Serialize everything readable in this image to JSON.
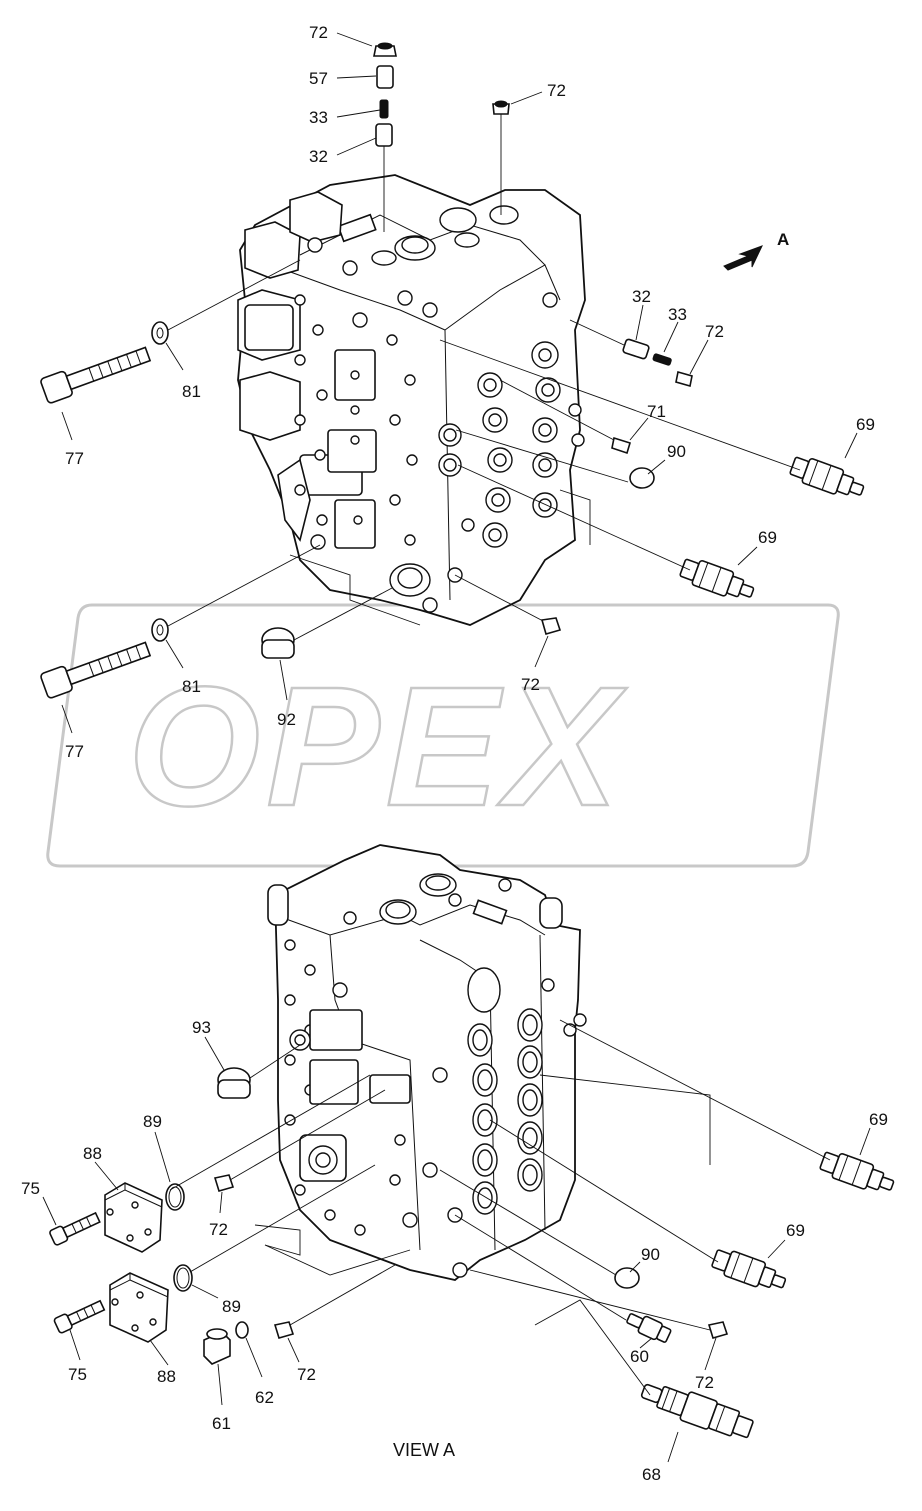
{
  "watermark": {
    "text": "OPEX",
    "stroke_color": "#c8c8c8"
  },
  "view_label": "VIEW  A",
  "direction_label": "A",
  "labels": {
    "l72_top": "72",
    "l57": "57",
    "l33_top": "33",
    "l32_top": "32",
    "l72_upper_right": "72",
    "l32_right": "32",
    "l33_right": "33",
    "l72_right": "72",
    "l81_upper": "81",
    "l77_upper": "77",
    "l71": "71",
    "l90_upper": "90",
    "l69_upper_right": "69",
    "l69_upper_mid": "69",
    "l81_lower": "81",
    "l77_lower": "77",
    "l92": "92",
    "l72_upper_bottom": "72",
    "l93": "93",
    "l89_upper": "89",
    "l88_upper": "88",
    "l75_upper": "75",
    "l72_lower_left": "72",
    "l69_lower_right": "69",
    "l69_lower_mid": "69",
    "l90_lower": "90",
    "l89_lower": "89",
    "l75_lower": "75",
    "l88_lower": "88",
    "l72_lower_center": "72",
    "l62": "62",
    "l61": "61",
    "l60": "60",
    "l72_lower_right": "72",
    "l68": "68"
  }
}
